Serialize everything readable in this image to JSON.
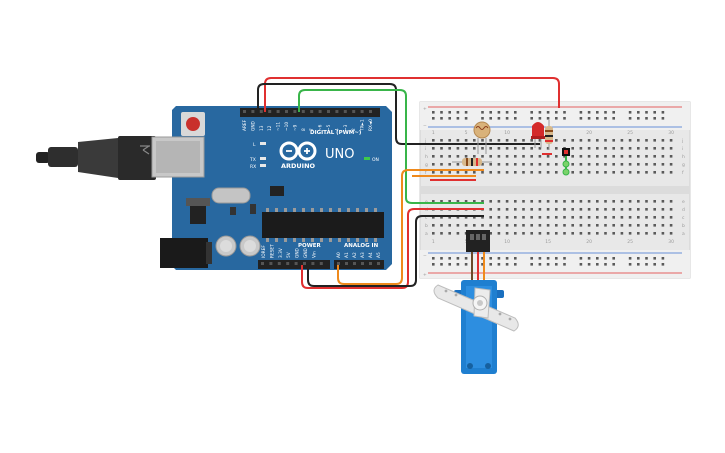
{
  "board": {
    "brand": "ARDUINO",
    "model": "UNO",
    "on_label": "ON",
    "digital_label": "DIGITAL (PWM~)",
    "power_label": "POWER",
    "analog_label": "ANALOG IN",
    "tx_label": "TX",
    "rx_label": "RX",
    "l_label": "L",
    "top_header_pins": [
      "AREF",
      "GND",
      "13",
      "12",
      "~11",
      "~10",
      "~9",
      "8",
      "7",
      "~6",
      "~5",
      "4",
      "~3",
      "2",
      "TX►1",
      "RX◄0"
    ],
    "power_pins": [
      "IOREF",
      "RESET",
      "3.3V",
      "5V",
      "GND",
      "GND",
      "Vin"
    ],
    "analog_pins": [
      "A0",
      "A1",
      "A2",
      "A3",
      "A4",
      "A5"
    ]
  },
  "breadboard": {
    "row_letters_top": [
      "j",
      "i",
      "h",
      "g",
      "f"
    ],
    "row_letters_bottom": [
      "e",
      "d",
      "c",
      "b",
      "a"
    ],
    "column_count": 30,
    "rail_plus": "+",
    "rail_minus": "−"
  },
  "colors": {
    "board": "#2868a0",
    "wire_red": "#e03030",
    "wire_green": "#39b54a",
    "wire_black": "#222222",
    "wire_orange": "#ef8a1c",
    "servo": "#1f7fd0",
    "led": "#d42a2a"
  }
}
